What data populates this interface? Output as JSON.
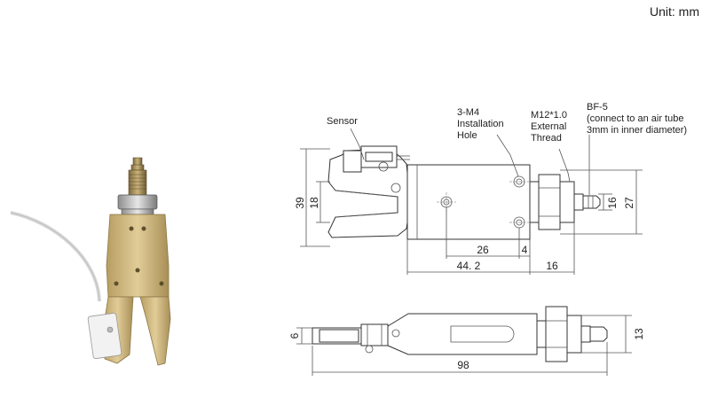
{
  "unit_label": "Unit: mm",
  "callouts": {
    "sensor": "Sensor",
    "installation": [
      "3-M4",
      "Installation",
      "Hole"
    ],
    "thread": [
      "M12*1.0",
      "External",
      "Thread"
    ],
    "fitting": [
      "BF-5",
      "(connect to an air tube",
      "3mm in inner diameter)"
    ]
  },
  "dimensions": {
    "height_39": "39",
    "height_18": "18",
    "width_26": "26",
    "width_4": "4",
    "width_44_2": "44. 2",
    "width_16_bottom": "16",
    "height_16_right": "16",
    "height_27": "27",
    "thickness_6": "6",
    "height_13": "13",
    "length_98": "98"
  },
  "colors": {
    "gold": "#cdb37a",
    "gold_dark": "#9c8650",
    "line": "#333333"
  }
}
